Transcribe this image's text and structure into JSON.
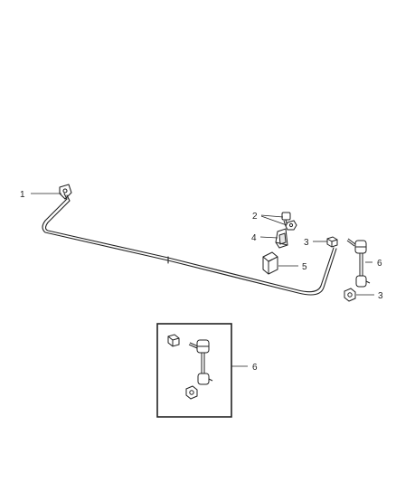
{
  "diagram": {
    "line_color": "#222222",
    "callouts": {
      "c1": "1",
      "c2": "2",
      "c3a": "3",
      "c3b": "3",
      "c4": "4",
      "c5": "5",
      "c6a": "6",
      "c6b": "6"
    }
  }
}
